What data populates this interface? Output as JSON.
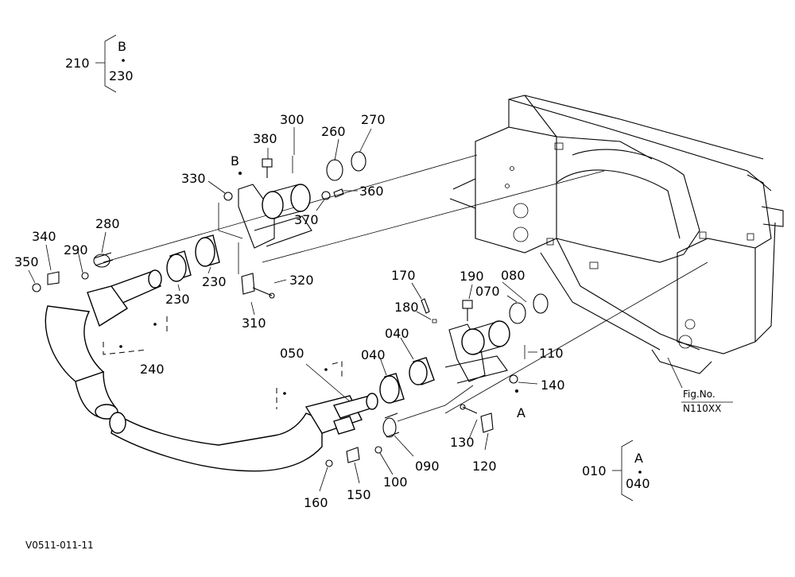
{
  "drawing_code": "V0511-011-11",
  "figure_ref": {
    "line1": "Fig.No.",
    "line2": "N110XX"
  },
  "group_b": {
    "ref": "210",
    "letter": "B",
    "range_end": "230"
  },
  "group_a": {
    "ref": "010",
    "letter": "A",
    "range_end": "040"
  },
  "callouts": {
    "p300": "300",
    "p380": "380",
    "p260": "260",
    "p270": "270",
    "p330": "330",
    "pointB": "B",
    "p360": "360",
    "p370": "370",
    "p280": "280",
    "p340": "340",
    "p290": "290",
    "p350": "350",
    "p230a": "230",
    "p230b": "230",
    "p320": "320",
    "p310": "310",
    "p240": "240",
    "p170": "170",
    "p190": "190",
    "p080": "080",
    "p070": "070",
    "p180": "180",
    "p040a": "040",
    "p040b": "040",
    "p110": "110",
    "p140": "140",
    "pointA": "A",
    "p050": "050",
    "p130": "130",
    "p120": "120",
    "p090": "090",
    "p100": "100",
    "p150": "150",
    "p160": "160"
  }
}
